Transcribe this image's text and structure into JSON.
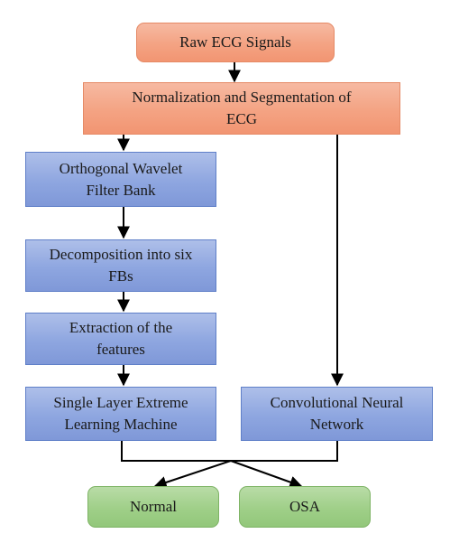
{
  "nodes": {
    "raw": "Raw ECG Signals",
    "norm": "Normalization and Segmentation of ECG",
    "wavelet": "Orthogonal Wavelet Filter Bank",
    "decomp": "Decomposition into six FBs",
    "extract": "Extraction of the features",
    "elm": "Single Layer Extreme Learning Machine",
    "cnn": "Convolutional Neural Network",
    "normal": "Normal",
    "osa": "OSA"
  },
  "colors": {
    "orange": "#f4a383",
    "blue": "#8ea6e0",
    "green": "#9fcf88",
    "line": "#000000"
  }
}
